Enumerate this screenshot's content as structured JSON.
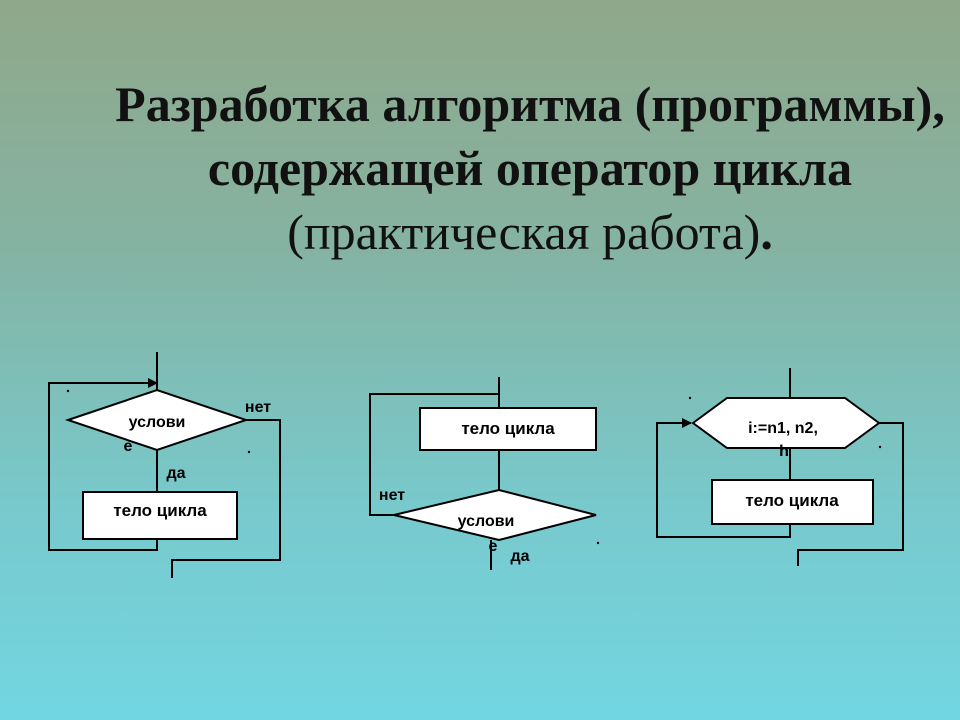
{
  "title": {
    "bold_part": "Разработка алгоритма (программы), содержащей оператор цикла",
    "normal_part": " (практическая работа)",
    "end": "."
  },
  "diagrams": {
    "while_loop": {
      "condition_line1": "услови",
      "condition_line2": "е",
      "no_label": "нет",
      "yes_label": "да",
      "body_label": "тело цикла"
    },
    "do_while_loop": {
      "body_label": "тело цикла",
      "condition_line1": "услови",
      "condition_line2": "е",
      "no_label": "нет",
      "yes_label": "да"
    },
    "for_loop": {
      "header_line1": "i:=n1, n2,",
      "header_line2": "h",
      "body_label": "тело цикла"
    }
  }
}
